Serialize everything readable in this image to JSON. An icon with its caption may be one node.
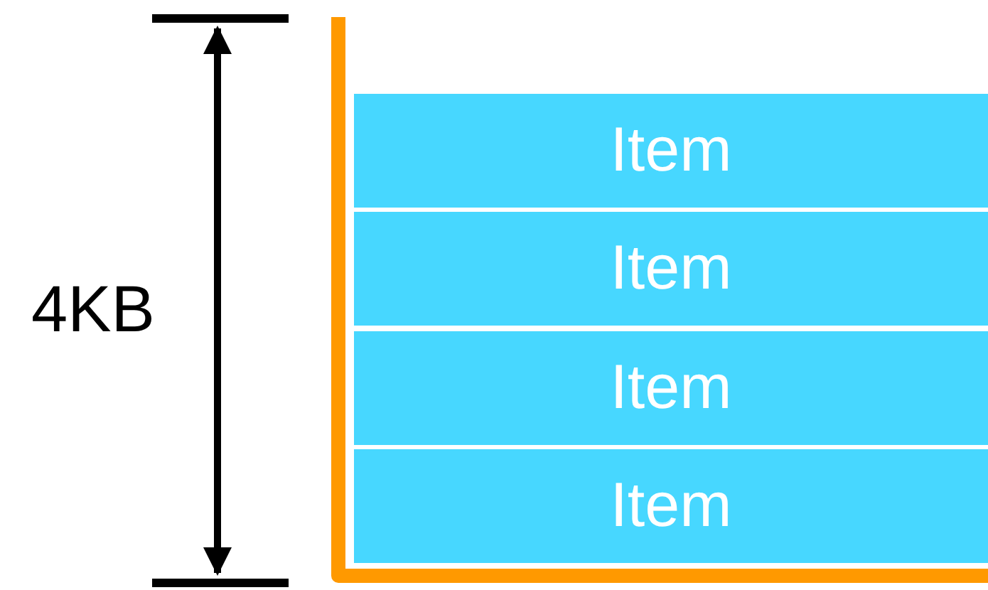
{
  "diagram": {
    "nodes": [
      {
        "text": [
          "Item"
        ]
      },
      {
        "text": [
          "Item"
        ]
      },
      {
        "text": [
          "Item"
        ]
      },
      {
        "text": [
          "Item"
        ]
      }
    ],
    "labels": [
      "4KB"
    ]
  }
}
